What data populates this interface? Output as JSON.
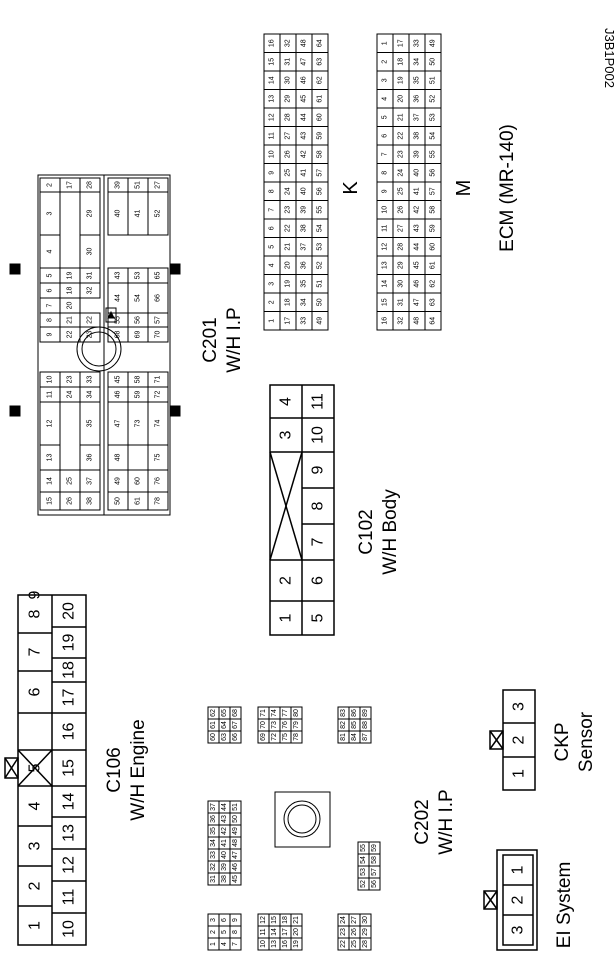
{
  "figure_id": "J3B1P002",
  "connectors": {
    "c106": {
      "code": "C106",
      "harness": "W/H Engine",
      "pins_top": [
        "1",
        "2",
        "3",
        "4",
        "5",
        "6",
        "7",
        "8",
        "9"
      ],
      "pins_bottom": [
        "10",
        "11",
        "12",
        "13",
        "14",
        "15",
        "16",
        "17",
        "18",
        "19",
        "20"
      ]
    },
    "c102": {
      "code": "C102",
      "harness": "W/H Body",
      "pins_top": [
        "1",
        "2",
        "3",
        "4"
      ],
      "pins_bottom": [
        "5",
        "6",
        "7",
        "8",
        "9",
        "10",
        "11"
      ]
    },
    "c201": {
      "code": "C201",
      "harness": "W/H I.P"
    },
    "c202": {
      "code": "C202",
      "harness": "W/H I.P"
    },
    "ecm": {
      "name": "ECM (MR-140)",
      "block_k": "K",
      "block_m": "M"
    },
    "ckp": {
      "name": "CKP",
      "sub": "Sensor",
      "pins": [
        "1",
        "2",
        "3"
      ]
    },
    "ei": {
      "name": "EI System",
      "pins": [
        "3",
        "2",
        "1"
      ]
    }
  }
}
